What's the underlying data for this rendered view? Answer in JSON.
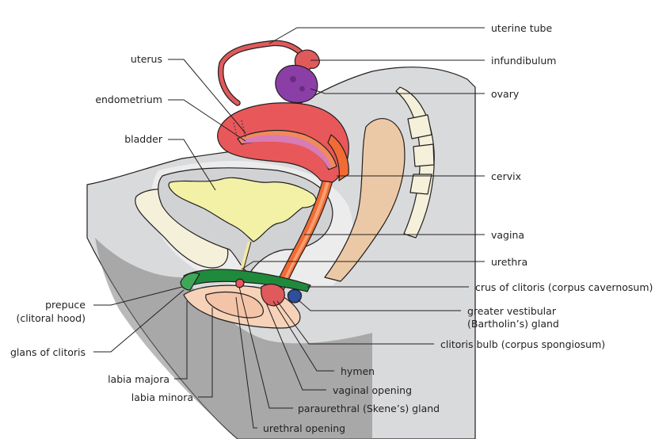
{
  "labels": {
    "uterine_tube": "uterine tube",
    "infundibulum": "infundibulum",
    "ovary": "ovary",
    "uterus": "uterus",
    "endometrium": "endometrium",
    "bladder": "bladder",
    "cervix": "cervix",
    "vagina": "vagina",
    "urethra": "urethra",
    "crus_of_clitoris": "crus of clitoris (corpus cavernosum)",
    "greater_vestibular_line1": "greater vestibular",
    "greater_vestibular_line2": "(Bartholin’s) gland",
    "clitoris_bulb": "clitoris bulb (corpus spongiosum)",
    "prepuce_line1": "prepuce",
    "prepuce_line2": "(clitoral hood)",
    "glans_of_clitoris": "glans of clitoris",
    "labia_majora": "labia majora",
    "labia_minora": "labia minora",
    "hymen": "hymen",
    "vaginal_opening": "vaginal opening",
    "paraurethral_gland": "paraurethral (Skene’s) gland",
    "urethral_opening": "urethral opening"
  },
  "colors": {
    "body_gray": "#d9dadb",
    "cavity_gray": "#e9eaea",
    "uterus_red": "#e8585a",
    "endometrium_orange": "#f08a5d",
    "lining_pink": "#d97bb5",
    "bladder_yellow": "#f2f1a6",
    "rectum_tan": "#ecc9a6",
    "vagina_orange": "#f26b35",
    "ovary_purple": "#8b3fa6",
    "tube_red": "#e05a5c",
    "clitoris_green": "#1f8a3c",
    "bartholin_blue": "#2e4f9e",
    "vulva_peach": "#f6d2b8"
  }
}
